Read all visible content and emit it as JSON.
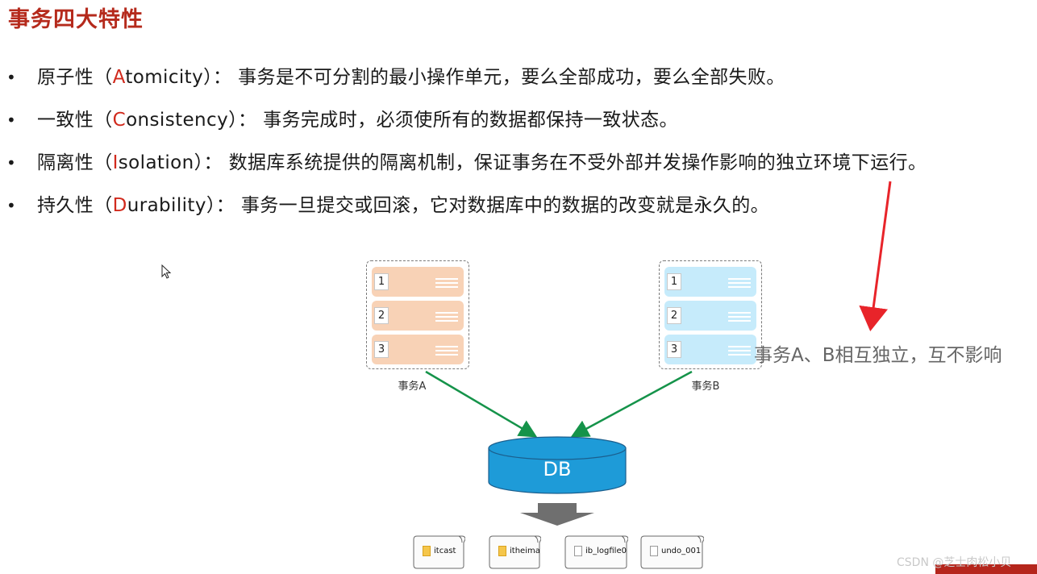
{
  "title": "事务四大特性",
  "bullets": [
    {
      "marker": "•",
      "before": "原子性（",
      "accent": "A",
      "after": "tomicity）： 事务是不可分割的最小操作单元，要么全部成功，要么全部失败。"
    },
    {
      "marker": "•",
      "before": "一致性（",
      "accent": "C",
      "after": "onsistency）： 事务完成时，必须使所有的数据都保持一致状态。"
    },
    {
      "marker": "•",
      "before": "隔离性（",
      "accent": "I",
      "after": "solation）： 数据库系统提供的隔离机制，保证事务在不受外部并发操作影响的独立环境下运行。"
    },
    {
      "marker": "•",
      "before": "持久性（",
      "accent": "D",
      "after": "urability）： 事务一旦提交或回滚，它对数据库中的数据的改变就是永久的。"
    }
  ],
  "diagram": {
    "transaction_a": {
      "label": "事务A",
      "rows": [
        "1",
        "2",
        "3"
      ]
    },
    "transaction_b": {
      "label": "事务B",
      "rows": [
        "1",
        "2",
        "3"
      ]
    },
    "db_label": "DB",
    "note": "事务A、B相互独立，互不影响",
    "files": [
      {
        "name": "itcast",
        "icon": "folder-icon"
      },
      {
        "name": "itheima",
        "icon": "folder-icon"
      },
      {
        "name": "ib_logfile0",
        "icon": "document-icon"
      },
      {
        "name": "undo_001",
        "icon": "document-icon"
      }
    ]
  },
  "watermark": "CSDN @芝士肉松小贝",
  "colors": {
    "title": "#b52a1c",
    "accent": "#d12a1d",
    "tx_a_fill": "#f8d2b6",
    "tx_b_fill": "#c6ebfb",
    "db_fill": "#1e9bd8",
    "flow_arrow": "#15934a",
    "annotation_arrow": "#e8242a"
  }
}
